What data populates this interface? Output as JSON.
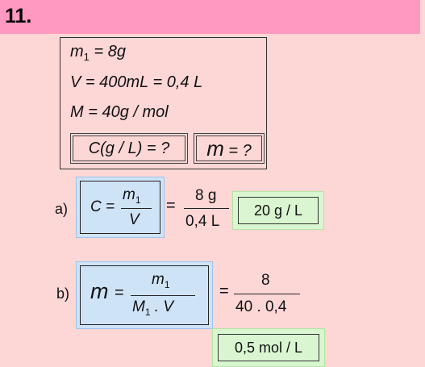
{
  "problem_number": "11.",
  "given": {
    "m1": "m",
    "m1_sub": "1",
    "m1_value": " = 8g",
    "volume": "V = 400mL  = 0,4 L",
    "molar_mass": "M = 40g / mol",
    "ask1": "C(g / L) = ?",
    "ask2_var": "m",
    "ask2_rest": " = ?"
  },
  "part_a": {
    "label": "a)",
    "lhs": "C =",
    "num_var": "m",
    "num_sub": "1",
    "den": "V",
    "eq": "=",
    "val_num": "8 g",
    "val_den": "0,4 L",
    "result": "20 g / L"
  },
  "part_b": {
    "label": "b)",
    "lhs_var": "m",
    "lhs_eq": "=",
    "num_var": "m",
    "num_sub": "1",
    "den_var": "M",
    "den_sub": "1",
    "den_rest": " . V",
    "eq": "=",
    "val_num": "8",
    "val_den": "40 . 0,4",
    "result": "0,5 mol / L"
  },
  "colors": {
    "page_bg": "#fdd6d6",
    "header_bg": "#ff99c2",
    "formula_bg": "#cfe3f7",
    "result_bg": "#d9f6d0"
  }
}
